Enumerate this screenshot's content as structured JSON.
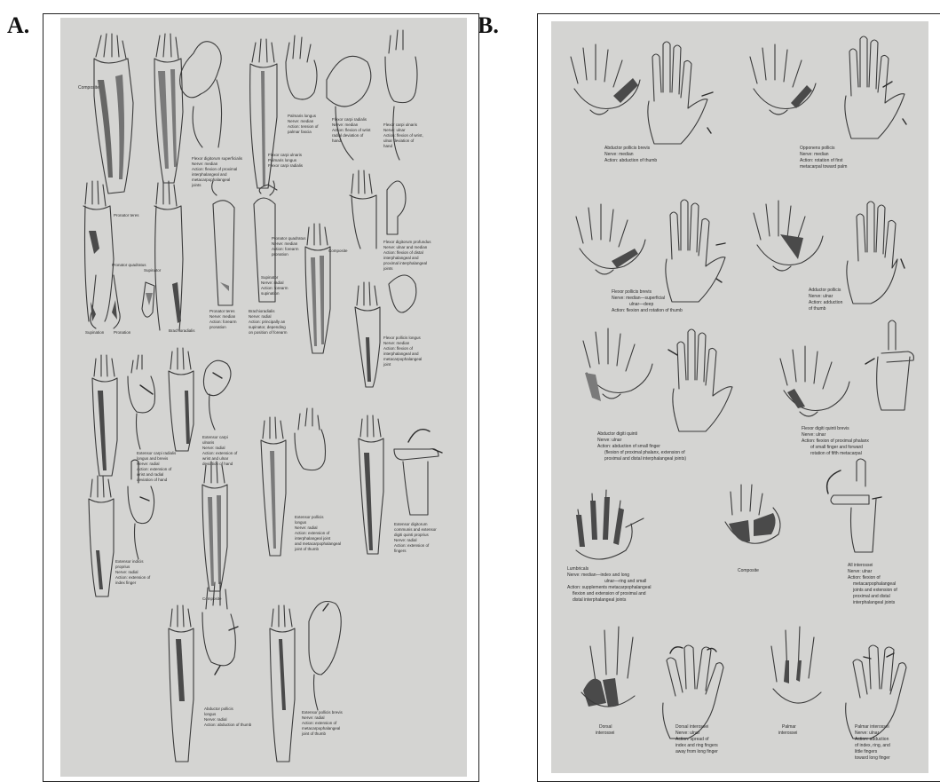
{
  "labels": {
    "panel_a": "A.",
    "panel_b": "B."
  },
  "sheet_a": {
    "captions": {
      "composite_1": "Composite",
      "flexor_digitorum_sup": [
        "Flexor digitorum superficialis",
        "Nerve: median",
        "Action: flexion of proximal",
        "interphalangeal and",
        "metacarpophalangeal",
        "joints"
      ],
      "palmaris": [
        "Palmaris longus",
        "Nerve: median",
        "Action: tension of",
        "palmar fascia"
      ],
      "wrist_flexors": [
        "Flexor carpi ulnaris",
        "Palmaris longus",
        "Flexor carpi radialis"
      ],
      "fcr": [
        "Flexor carpi radialis",
        "Nerve: median",
        "Action: flexion of wrist",
        "radial deviation of",
        "hand"
      ],
      "fcu": [
        "Flexor carpi ulnaris",
        "Nerve: ulnar",
        "Action: flexion of wrist,",
        "ulnar deviation of",
        "hand"
      ],
      "pronator_teres": "Pronator teres",
      "pronator_quadratus": "Pronator quadratus",
      "supinator": "Supinator",
      "brachioradialis": "Brachioradialis",
      "supination": "Supination",
      "pronation": "Pronation",
      "pq_desc": [
        "Pronator quadratus",
        "Nerve: median",
        "Action: forearm",
        "pronation"
      ],
      "supinator_desc": [
        "Supinator",
        "Nerve: radial",
        "Action: forearm",
        "supination"
      ],
      "pronator_desc": [
        "Pronator teres",
        "Nerve: median",
        "Action: forearm",
        "pronation"
      ],
      "brachio_desc": [
        "Brachioradialis",
        "Nerve: radial",
        "Action: principally an",
        "supinator, depending",
        "on position of forearm"
      ],
      "composite_2": "Composite",
      "fdp_desc": [
        "Flexor digitorum profundus",
        "Nerve: ulnar and median",
        "Action: flexion of distal",
        "interphalangeal and",
        "proximal interphalangeal",
        "joints"
      ],
      "fpl_desc": [
        "Flexor pollicis longus",
        "Nerve: median",
        "Action: flexion of",
        "interphalangeal and",
        "metacarpophalangeal",
        "joint"
      ],
      "ecr_desc": [
        "Extensor carpi radialis",
        "longus and brevis",
        "Nerve: radial",
        "Action: extension of",
        "wrist and radial",
        "deviation of hand"
      ],
      "ecu_desc": [
        "Extensor carpi",
        "ulnaris",
        "Nerve: radial",
        "Action: extension of",
        "wrist and ulnar",
        "deviation of hand"
      ],
      "epl_desc": [
        "Extensor pollicis",
        "longus",
        "Nerve: radial",
        "Action: extension of",
        "interphalangeal joint",
        "and metacarpophalangeal",
        "joint of thumb"
      ],
      "edc_desc": [
        "Extensor digitorum",
        "communis and extensor",
        "digiti quinti proprius",
        "Nerve: radial",
        "Action: extension of",
        "fingers"
      ],
      "eip_desc": [
        "Extensor indicis",
        "proprius",
        "Nerve: radial",
        "Action: extension of",
        "index finger"
      ],
      "composite_3": "Composite",
      "apl_desc": [
        "Abductor pollicis",
        "longus",
        "Nerve: radial",
        "Action: abduction of thumb"
      ],
      "epb_desc": [
        "Extensor pollicis brevis",
        "Nerve: radial",
        "Action: extension of",
        "metacarpophalangeal",
        "joint of thumb"
      ]
    }
  },
  "sheet_b": {
    "captions": {
      "apb": [
        "Abductor pollicis brevis",
        "Nerve: median",
        "Action: abduction of thumb"
      ],
      "op": [
        "Opponens pollicis",
        "Nerve: median",
        "Action: rotation of first",
        "metacarpal toward palm"
      ],
      "fpb": [
        "Flexor pollicis brevis",
        "Nerve: median—superficial",
        "ulnar—deep",
        "Action: flexion and rotation of thumb"
      ],
      "adp": [
        "Adductor pollicis",
        "Nerve: ulnar",
        "Action: adduction",
        "of thumb"
      ],
      "adm": [
        "Abductor digiti quinti",
        "Nerve: ulnar",
        "Action: abduction of small finger",
        "(flexion of proximal phalanx, extension of",
        "proximal and distal interphalangeal joints)"
      ],
      "fdm": [
        "Flexor digiti quinti brevis",
        "Nerve: ulnar",
        "Action: flexion of proximal phalanx",
        "of small finger and forward",
        "rotation of fifth metacarpal"
      ],
      "lumbricals": [
        "Lumbricals",
        "Nerve: median—index and long",
        "ulnar—ring and small",
        "Action: supplements metacarpophalangeal",
        "flexion and extension of proximal and",
        "distal interphalangeal joints"
      ],
      "composite": "Composite",
      "all_interossei": [
        "All interossei",
        "Nerve: ulnar",
        "Action: flexion of",
        "metacarpophalangeal",
        "joints and extension of",
        "proximal and distal",
        "interphalangeal joints"
      ],
      "dorsal": [
        "Dorsal",
        "interossei"
      ],
      "dorsal_desc": [
        "Dorsal interossei",
        "Nerve: ulnar",
        "Action: spread of",
        "index and ring fingers",
        "away from long finger"
      ],
      "palmar": [
        "Palmar",
        "interossei"
      ],
      "palmar_desc": [
        "Palmar interossei",
        "Nerve: ulnar",
        "Action: adduction",
        "of index, ring, and",
        "little fingers",
        "toward long finger"
      ]
    }
  },
  "colors": {
    "paper": "#d4d4d2",
    "ink": "#3a3a3a",
    "frame": "#222222"
  }
}
